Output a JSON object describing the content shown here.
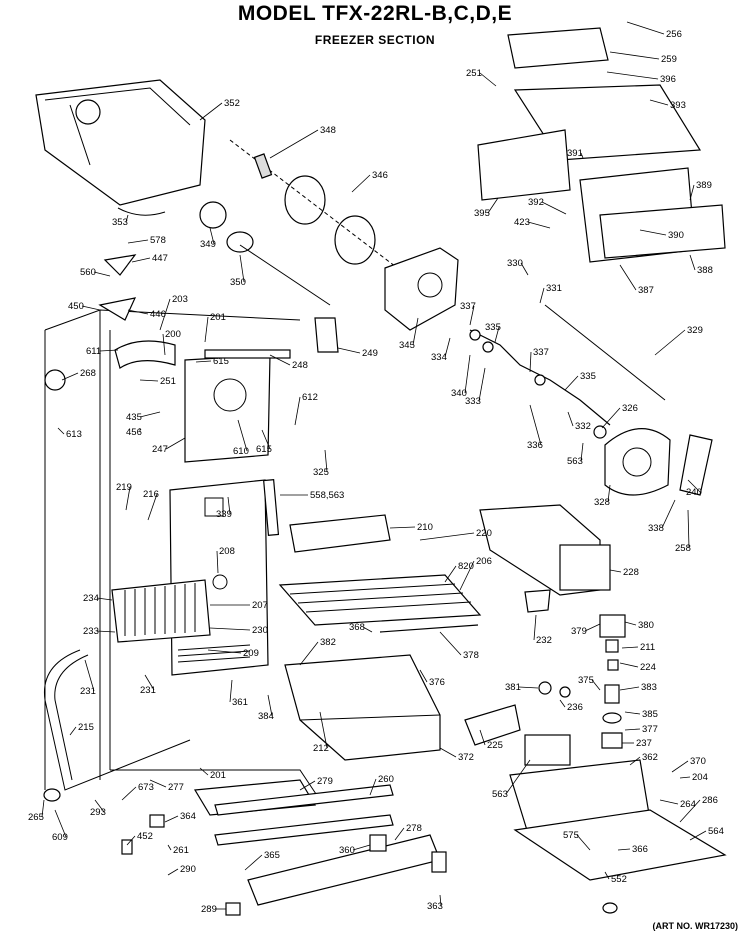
{
  "header": {
    "title": "MODEL TFX-22RL-B,C,D,E",
    "subtitle": "FREEZER SECTION",
    "art_number": "(ART NO. WR17230)"
  },
  "callouts": [
    "256",
    "259",
    "251",
    "396",
    "393",
    "352",
    "348",
    "391",
    "346",
    "389",
    "392",
    "395",
    "423",
    "390",
    "388",
    "387",
    "353",
    "578",
    "349",
    "447",
    "350",
    "560",
    "330",
    "331",
    "450",
    "446",
    "203",
    "337",
    "335",
    "201",
    "200",
    "329",
    "611",
    "615",
    "248",
    "249",
    "345",
    "334",
    "268",
    "251",
    "340",
    "333",
    "337",
    "335",
    "435",
    "612",
    "456",
    "326",
    "247",
    "610",
    "615",
    "336",
    "332",
    "563",
    "613",
    "325",
    "328",
    "240",
    "219",
    "216",
    "558,563",
    "339",
    "338",
    "258",
    "210",
    "220",
    "208",
    "206",
    "820",
    "228",
    "234",
    "207",
    "368",
    "232",
    "233",
    "230",
    "209",
    "378",
    "379",
    "380",
    "211",
    "382",
    "224",
    "231",
    "231",
    "376",
    "381",
    "383",
    "375",
    "236",
    "384",
    "385",
    "377",
    "237",
    "212",
    "372",
    "225",
    "215",
    "361",
    "362",
    "370",
    "563",
    "204",
    "201",
    "277",
    "260",
    "279",
    "265",
    "293",
    "673",
    "264",
    "609",
    "364",
    "286",
    "452",
    "261",
    "575",
    "366",
    "278",
    "360",
    "564",
    "365",
    "552",
    "290",
    "289",
    "363"
  ]
}
